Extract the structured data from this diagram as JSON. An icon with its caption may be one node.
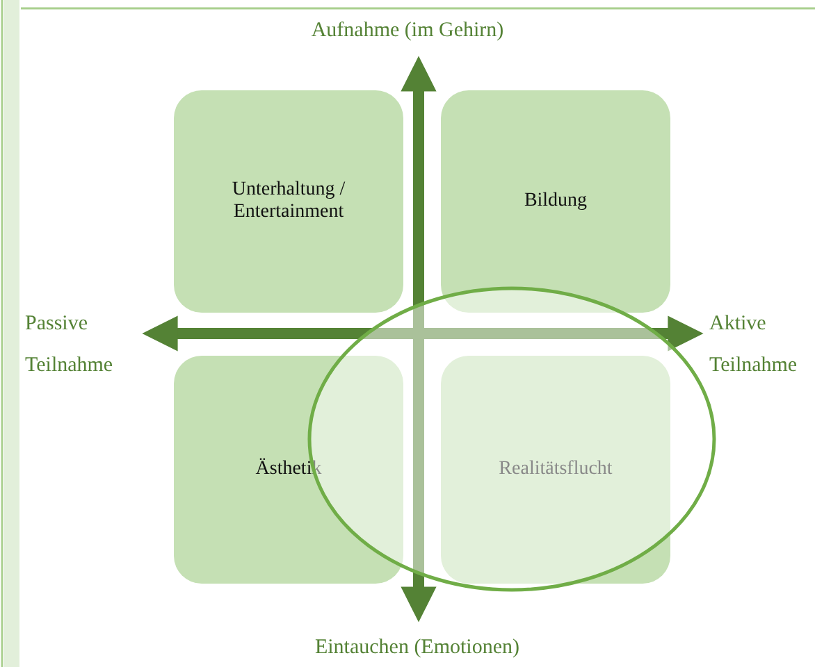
{
  "diagram": {
    "nodes": [
      {
        "text": [
          "Aufnahme (im Gehirn)"
        ]
      },
      {
        "text": [
          "Unterhaltung / Entertainment"
        ]
      },
      {
        "text": [
          "Bildung"
        ]
      },
      {
        "text": [
          "Passive Teilnahme"
        ]
      },
      {
        "text": [
          "Aktive Teilnahme"
        ]
      },
      {
        "text": [
          "Ästhetik"
        ]
      },
      {
        "text": [
          "Realitätsflucht"
        ]
      },
      {
        "text": [
          "Eintauchen (Emotionen)"
        ]
      }
    ],
    "edges": [
      {
        "from": 7,
        "to": 0,
        "arrow": "both"
      },
      {
        "from": 3,
        "to": 4,
        "arrow": "both"
      }
    ]
  }
}
